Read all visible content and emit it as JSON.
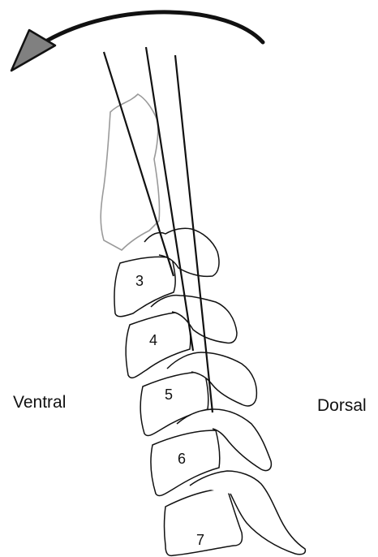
{
  "labels": {
    "ventral": "Ventral",
    "dorsal": "Dorsal"
  },
  "vertebrae": [
    "3",
    "4",
    "5",
    "6",
    "7"
  ],
  "colors": {
    "stroke": "#111111",
    "skull_outline": "#9a9a9a",
    "arrow_head": "#808080",
    "background": "#ffffff"
  },
  "icons": {
    "rotation_arrow": "curved-arrow-icon"
  }
}
